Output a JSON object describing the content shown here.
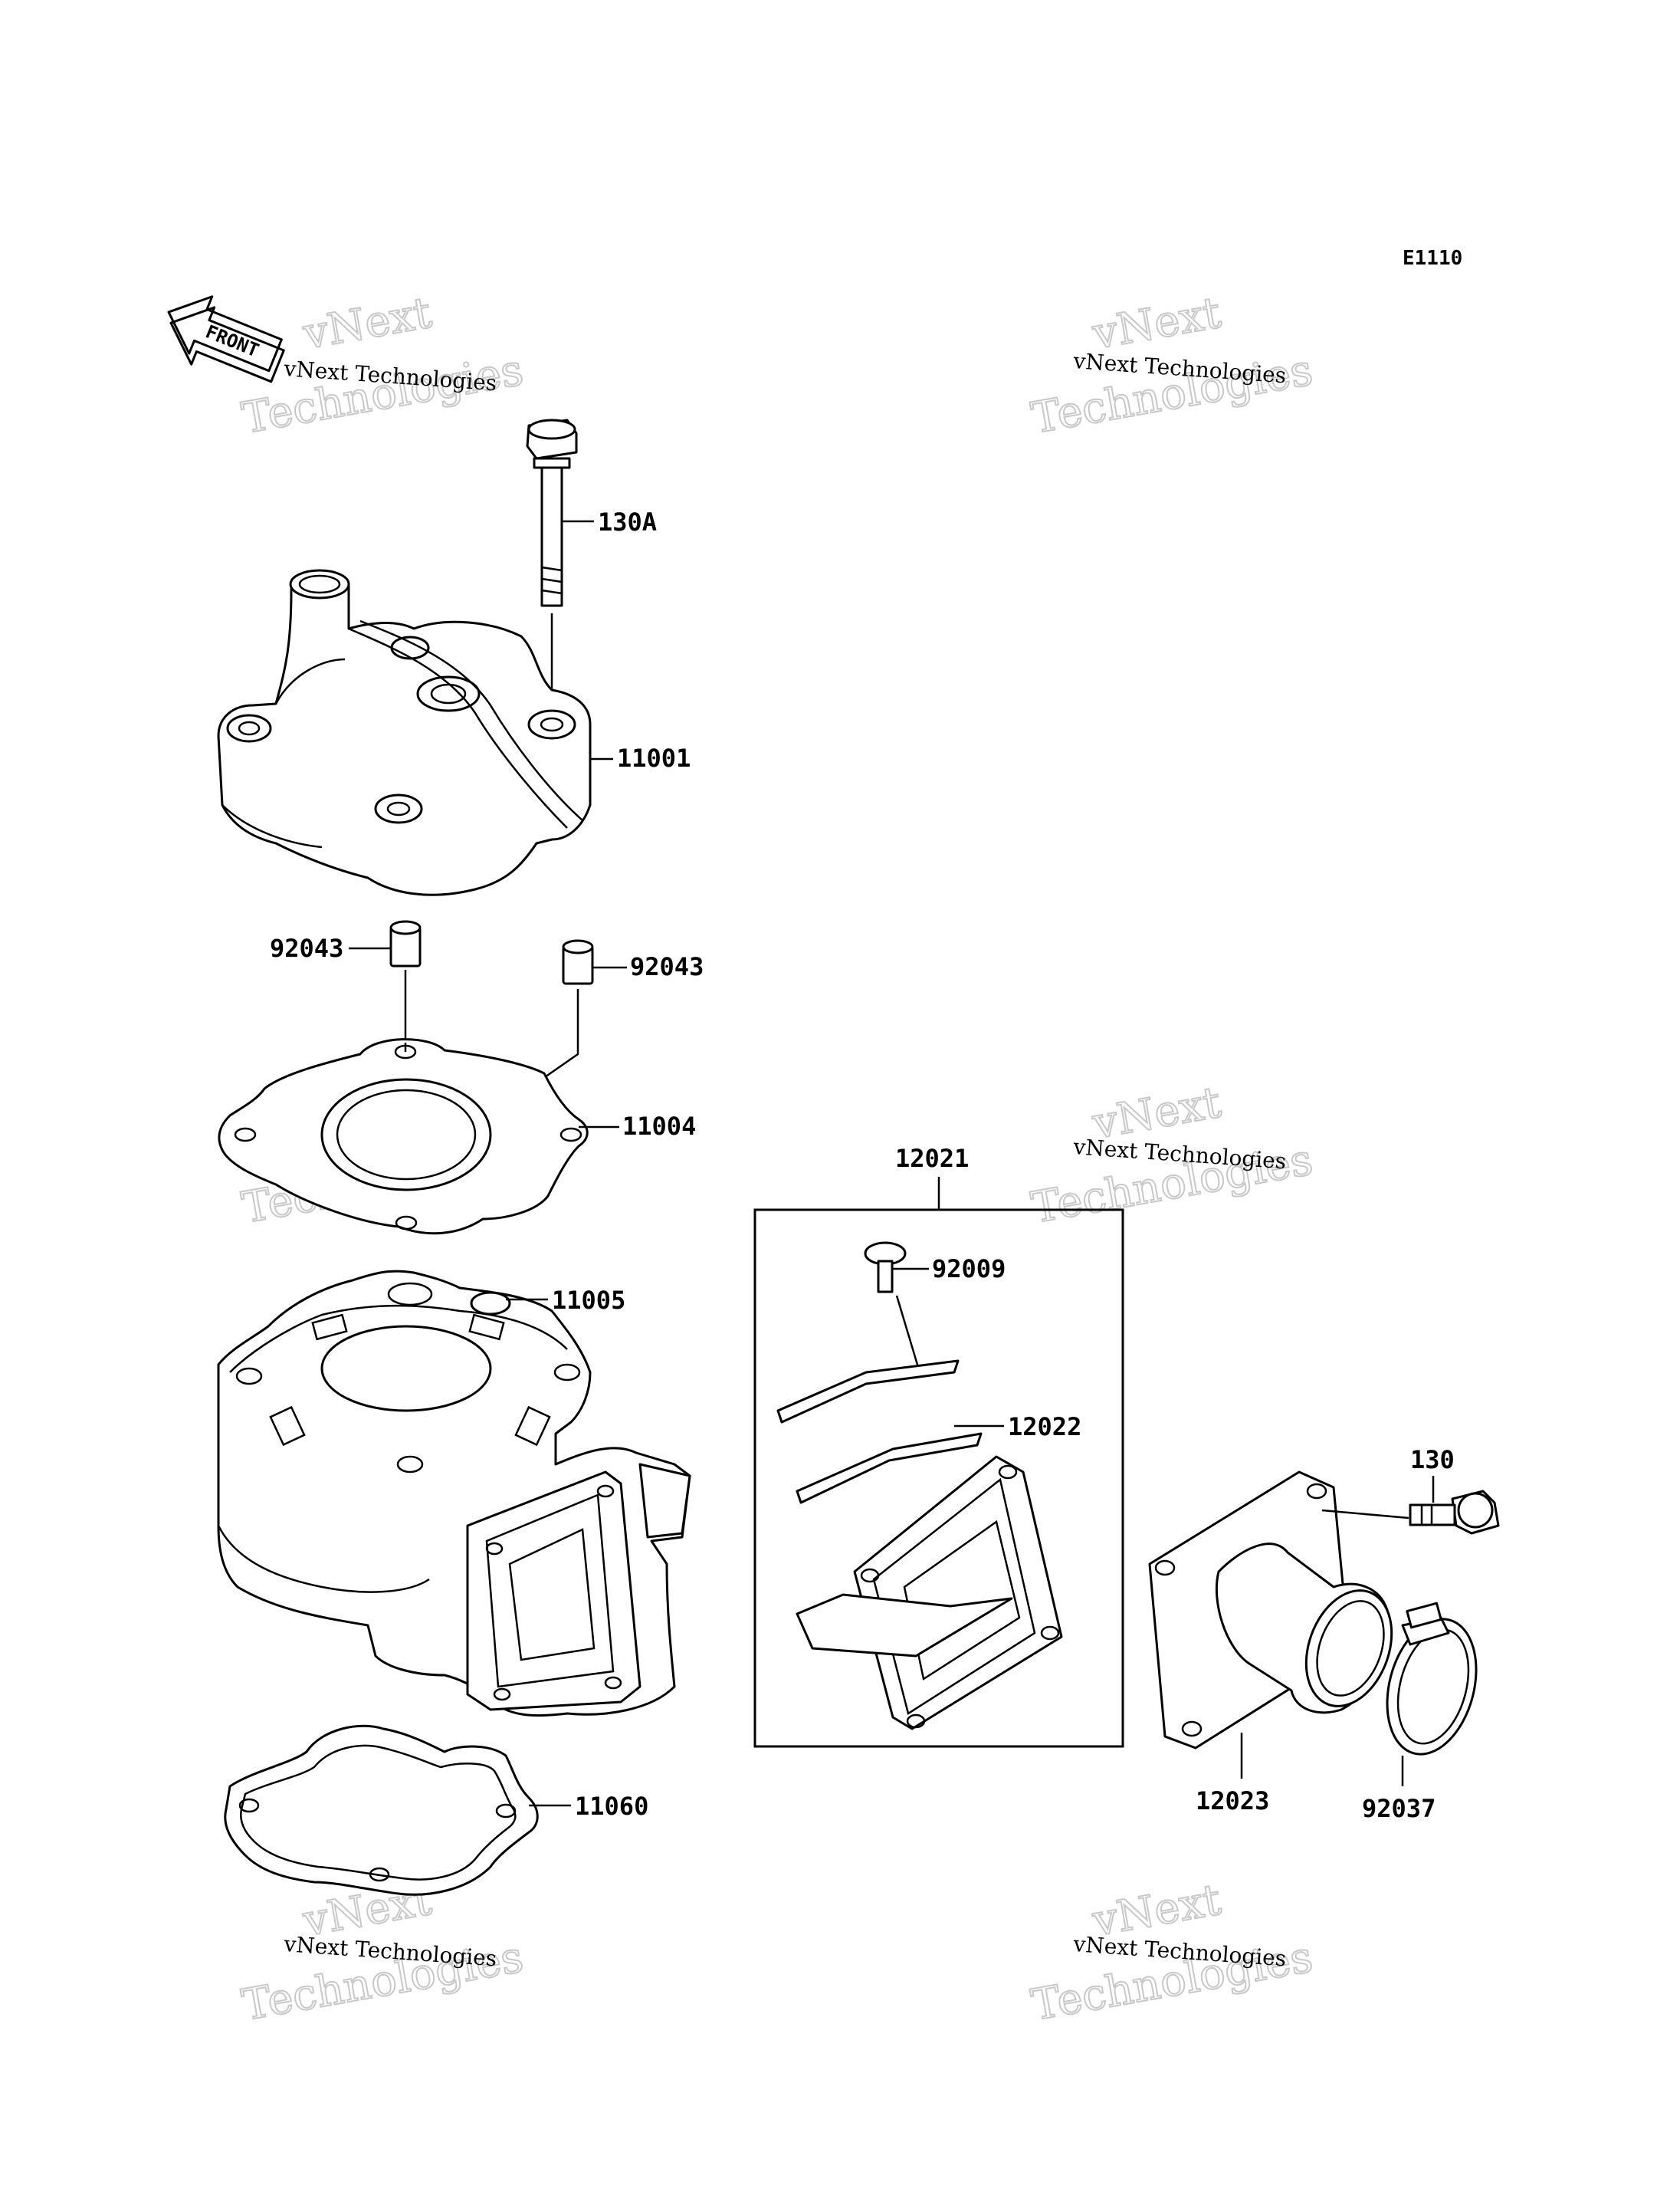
{
  "diagram_code": "E1110",
  "front_label": "FRONT",
  "watermark": {
    "line_small": "vNext Technologies",
    "line_big_1": "vNext",
    "line_big_2": "Technologies"
  },
  "parts": {
    "bolt_130A": "130A",
    "cylinder_head": "11001",
    "dowel_left": "92043",
    "dowel_right": "92043",
    "head_gasket": "11004",
    "cylinder": "11005",
    "base_gasket": "11060",
    "reed_valve_assy": "12021",
    "screw": "92009",
    "reed": "12022",
    "bolt_130": "130",
    "intake_pipe": "12023",
    "clamp": "92037"
  }
}
